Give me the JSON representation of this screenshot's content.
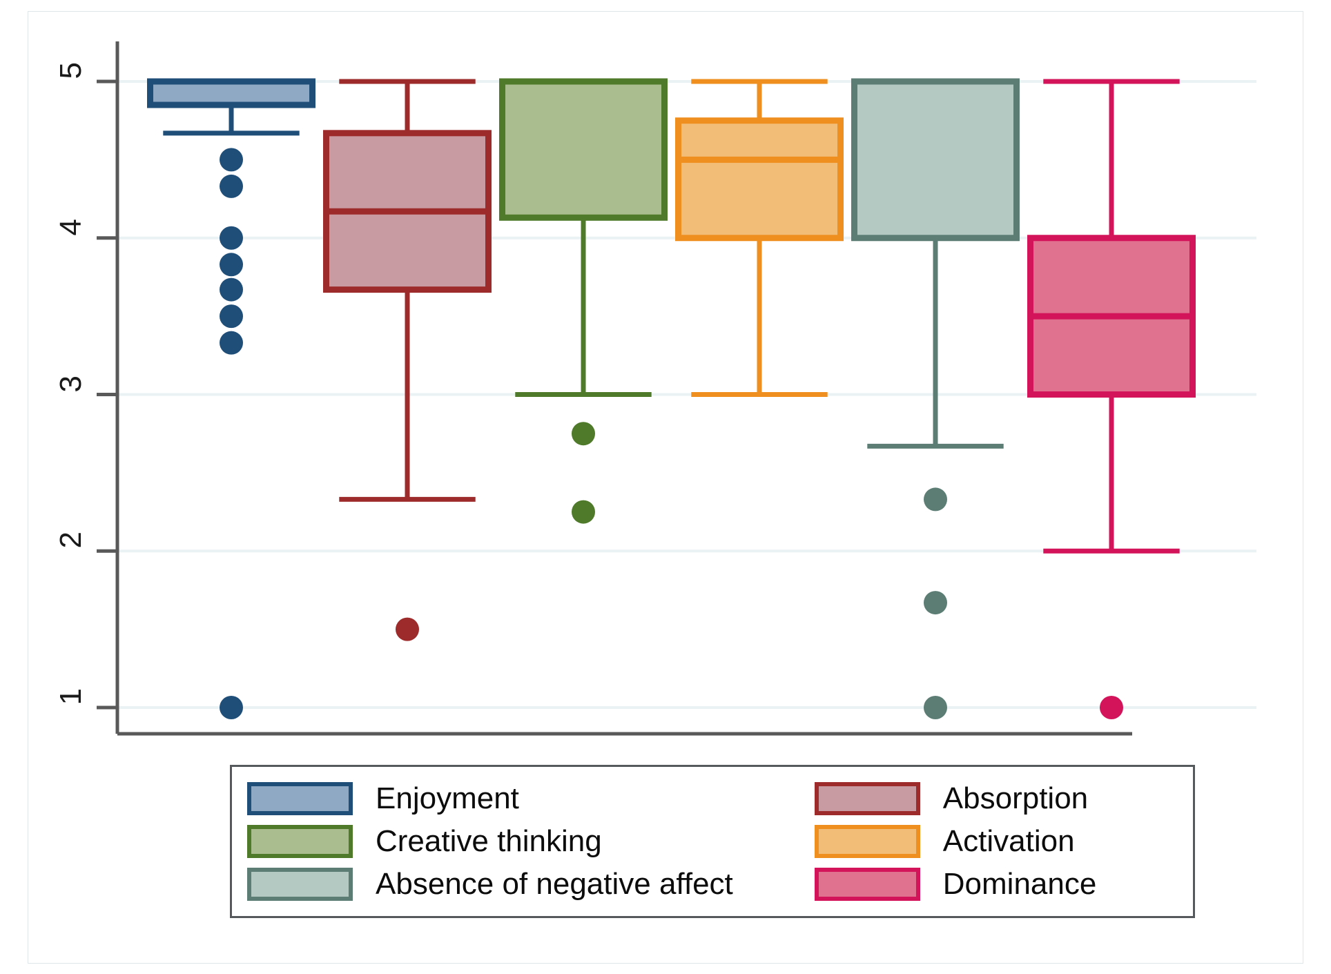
{
  "chart_data": {
    "type": "box",
    "title": "",
    "xlabel": "",
    "ylabel": "",
    "ylim": [
      0.75,
      5.2
    ],
    "yticks": [
      1,
      2,
      3,
      4,
      5
    ],
    "ytick_labels": [
      "1",
      "2",
      "3",
      "4",
      "5"
    ],
    "grid": "horizontal",
    "grid_color": "#eaf2f4",
    "axis_color": "#595959",
    "legend_position": "below-plot",
    "legend_columns": 2,
    "categories": [
      "Enjoyment",
      "Absorption",
      "Creative thinking",
      "Activation",
      "Absence of negative affect",
      "Dominance"
    ],
    "boxes": [
      {
        "name": "Enjoyment",
        "fill": "#8fa9c4",
        "stroke": "#1f4e79",
        "whisker_low": 4.67,
        "q1": 4.85,
        "median": 5.0,
        "q3": 5.0,
        "whisker_high": 5.0,
        "outliers": [
          4.5,
          4.33,
          4.0,
          3.83,
          3.67,
          3.5,
          3.33,
          1.0
        ]
      },
      {
        "name": "Absorption",
        "fill": "#c79ba1",
        "stroke": "#9e2b2b",
        "whisker_low": 2.33,
        "q1": 3.67,
        "median": 4.17,
        "q3": 4.67,
        "whisker_high": 5.0,
        "outliers": [
          1.5
        ]
      },
      {
        "name": "Creative thinking",
        "fill": "#a9bd8e",
        "stroke": "#4e7a29",
        "whisker_low": 3.0,
        "q1": 4.13,
        "median": 5.0,
        "q3": 5.0,
        "whisker_high": 5.0,
        "outliers": [
          2.75,
          2.25
        ]
      },
      {
        "name": "Activation",
        "fill": "#f2bd76",
        "stroke": "#ef8f20",
        "whisker_low": 3.0,
        "q1": 4.0,
        "median": 4.5,
        "q3": 4.75,
        "whisker_high": 5.0,
        "outliers": []
      },
      {
        "name": "Absence of negative affect",
        "fill": "#b4c9c2",
        "stroke": "#5b7d74",
        "whisker_low": 2.67,
        "q1": 4.0,
        "median": 5.0,
        "q3": 5.0,
        "whisker_high": 5.0,
        "outliers": [
          2.33,
          1.67,
          1.0
        ]
      },
      {
        "name": "Dominance",
        "fill": "#e1728f",
        "stroke": "#d3145a",
        "whisker_low": 2.0,
        "q1": 3.0,
        "median": 3.5,
        "q3": 4.0,
        "whisker_high": 5.0,
        "outliers": [
          1.0
        ]
      }
    ]
  },
  "legend": {
    "left_column": [
      {
        "label": "Enjoyment",
        "fill": "#8fa9c4",
        "stroke": "#1f4e79"
      },
      {
        "label": "Creative thinking",
        "fill": "#a9bd8e",
        "stroke": "#4e7a29"
      },
      {
        "label": "Absence of negative affect",
        "fill": "#b4c9c2",
        "stroke": "#5b7d74"
      }
    ],
    "right_column": [
      {
        "label": "Absorption",
        "fill": "#c79ba1",
        "stroke": "#9e2b2b"
      },
      {
        "label": "Activation",
        "fill": "#f2bd76",
        "stroke": "#ef8f20"
      },
      {
        "label": "Dominance",
        "fill": "#e1728f",
        "stroke": "#d3145a"
      }
    ]
  }
}
